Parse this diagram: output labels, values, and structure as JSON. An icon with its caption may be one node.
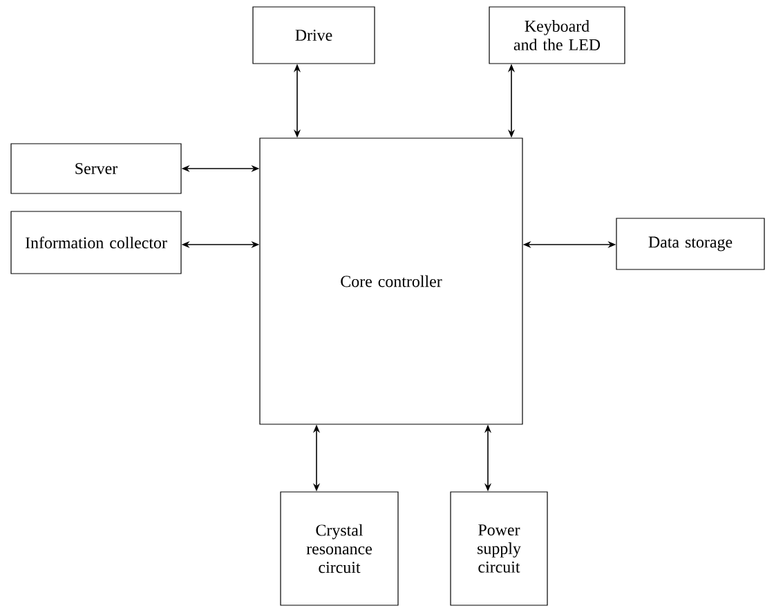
{
  "diagram": {
    "nodes": [
      {
        "text": [
          "Core controller"
        ]
      },
      {
        "text": [
          "Drive"
        ]
      },
      {
        "text": [
          "Keyboard and the LED"
        ]
      },
      {
        "text": [
          "Server"
        ]
      },
      {
        "text": [
          "Information collector"
        ]
      },
      {
        "text": [
          "Data storage"
        ]
      },
      {
        "text": [
          "Crystal resonance circuit"
        ]
      },
      {
        "text": [
          "Power supply circuit"
        ]
      }
    ],
    "edges": [
      {
        "from": 1,
        "to": 0,
        "arrow": "both"
      },
      {
        "from": 2,
        "to": 0,
        "arrow": "both"
      },
      {
        "from": 3,
        "to": 0,
        "arrow": "both"
      },
      {
        "from": 4,
        "to": 0,
        "arrow": "both"
      },
      {
        "from": 0,
        "to": 5,
        "arrow": "both"
      },
      {
        "from": 0,
        "to": 6,
        "arrow": "both"
      },
      {
        "from": 0,
        "to": 7,
        "arrow": "both"
      }
    ]
  }
}
